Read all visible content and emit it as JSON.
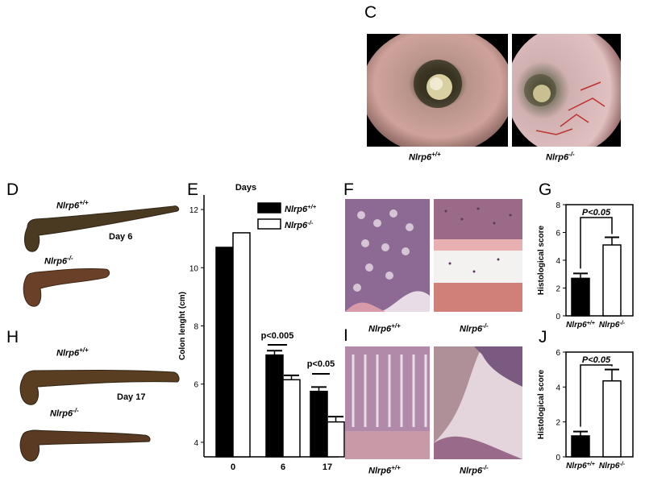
{
  "panel_letters": {
    "c": "C",
    "d": "D",
    "e": "E",
    "f": "F",
    "g": "G",
    "h": "H",
    "i": "I",
    "j": "J"
  },
  "c_labels": {
    "left": "Nlrp6",
    "left_sup": "+/+",
    "right": "Nlrp6",
    "right_sup": "-/-"
  },
  "d_labels": {
    "wt": "Nlrp6",
    "wt_sup": "+/+",
    "ko": "Nlrp6",
    "ko_sup": "-/-",
    "day": "Day 6"
  },
  "h_labels": {
    "wt": "Nlrp6",
    "wt_sup": "+/+",
    "ko": "Nlrp6",
    "ko_sup": "-/-",
    "day": "Day 17"
  },
  "f_labels": {
    "left": "Nlrp6",
    "left_sup": "+/+",
    "right": "Nlrp6",
    "right_sup": "-/-"
  },
  "i_labels": {
    "left": "Nlrp6",
    "left_sup": "+/+",
    "right": "Nlrp6",
    "right_sup": "-/-"
  },
  "colors": {
    "wt": "#000000",
    "ko": "#ffffff",
    "stroke": "#000000"
  },
  "chart_data": [
    {
      "id": "E",
      "type": "bar",
      "title": "Days",
      "xlabel": "",
      "ylabel": "Colon lenght (cm)",
      "categories": [
        "0",
        "6",
        "17"
      ],
      "ylim": [
        3.5,
        12.5
      ],
      "yticks": [
        "4",
        "6",
        "8",
        "10",
        "12"
      ],
      "series": [
        {
          "name": "Nlrp6",
          "sup": "+/+",
          "values": [
            10.7,
            7.0,
            5.75
          ],
          "errors": [
            0,
            0.15,
            0.15
          ]
        },
        {
          "name": "Nlrp6",
          "sup": "-/-",
          "values": [
            11.2,
            6.15,
            4.7
          ],
          "errors": [
            0,
            0.15,
            0.18
          ]
        }
      ],
      "annotations": [
        "p<0.005",
        "p<0.05"
      ],
      "legend": "top-right"
    },
    {
      "id": "G",
      "type": "bar",
      "ylabel": "Histological score",
      "categories": [
        "Nlrp6",
        "Nlrp6"
      ],
      "category_sups": [
        "+/+",
        "-/-"
      ],
      "ylim": [
        0,
        8
      ],
      "yticks": [
        "0",
        "2",
        "4",
        "6",
        "8"
      ],
      "values": [
        2.7,
        5.1
      ],
      "errors": [
        0.35,
        0.55
      ],
      "annotation": "P<0.05"
    },
    {
      "id": "J",
      "type": "bar",
      "ylabel": "Histological score",
      "categories": [
        "Nlrp6",
        "Nlrp6"
      ],
      "category_sups": [
        "+/+",
        "-/-"
      ],
      "ylim": [
        0,
        6
      ],
      "yticks": [
        "0",
        "2",
        "4",
        "6"
      ],
      "values": [
        1.2,
        4.35
      ],
      "errors": [
        0.25,
        0.65
      ],
      "annotation": "P<0.05"
    }
  ]
}
